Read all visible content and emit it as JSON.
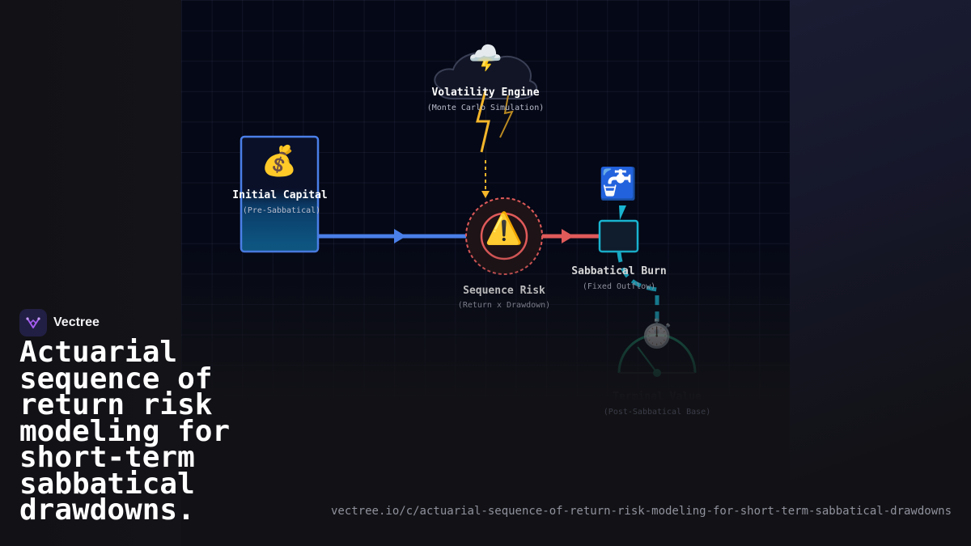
{
  "brand": {
    "name": "Vectree"
  },
  "headline": "Actuarial sequence of return risk modeling for short-term sabbatical drawdowns.",
  "url": "vectree.io/c/actuarial-sequence-of-return-risk-modeling-for-short-term-sabbatical-drawdowns",
  "nodes": {
    "initial_capital": {
      "icon": "💰",
      "title": "Initial Capital",
      "subtitle": "(Pre-Sabbatical)"
    },
    "volatility_engine": {
      "icon": "🌩️",
      "title": "Volatility Engine",
      "subtitle": "(Monte Carlo Simulation)"
    },
    "sequence_risk": {
      "icon": "⚠️",
      "title": "Sequence Risk",
      "subtitle": "(Return x Drawdown)"
    },
    "sabbatical_burn": {
      "icon": "🚰",
      "title": "Sabbatical Burn",
      "subtitle": "(Fixed Outflow)"
    },
    "terminal_value": {
      "icon": "⏱️",
      "title": "Terminal Value",
      "subtitle": "(Post-Sabbatical Base)"
    }
  },
  "colors": {
    "capital": "#4a7fe8",
    "risk": "#e05a5a",
    "lightning": "#f4b62a",
    "burn": "#19b4d0",
    "terminal": "#1a8a6a"
  }
}
